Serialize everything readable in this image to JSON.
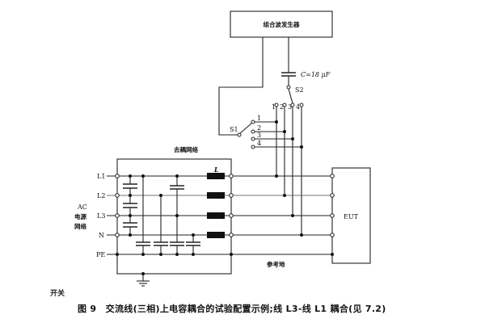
{
  "diagram": {
    "generator_label": "组合波发生器",
    "capacitor_label": "C=18 μF",
    "switch_s1_label": "S1",
    "switch_s2_label": "S2",
    "s1_positions": [
      "1",
      "2",
      "3",
      "4"
    ],
    "s2_positions": [
      "1",
      "2",
      "3",
      "4"
    ],
    "decoupling_network_label": "去耦网络",
    "inductor_label": "L",
    "lines": [
      "L1",
      "L2",
      "L3",
      "N",
      "PE"
    ],
    "ac_source_label": [
      "AC",
      "电源",
      "网络"
    ],
    "eut_label": "EUT",
    "reference_ground_label": "参考地",
    "stray_text": "开关"
  },
  "caption": "图 9　交流线(三相)上电容耦合的试验配置示例;线 L3-线 L1 耦合(见 7.2)"
}
